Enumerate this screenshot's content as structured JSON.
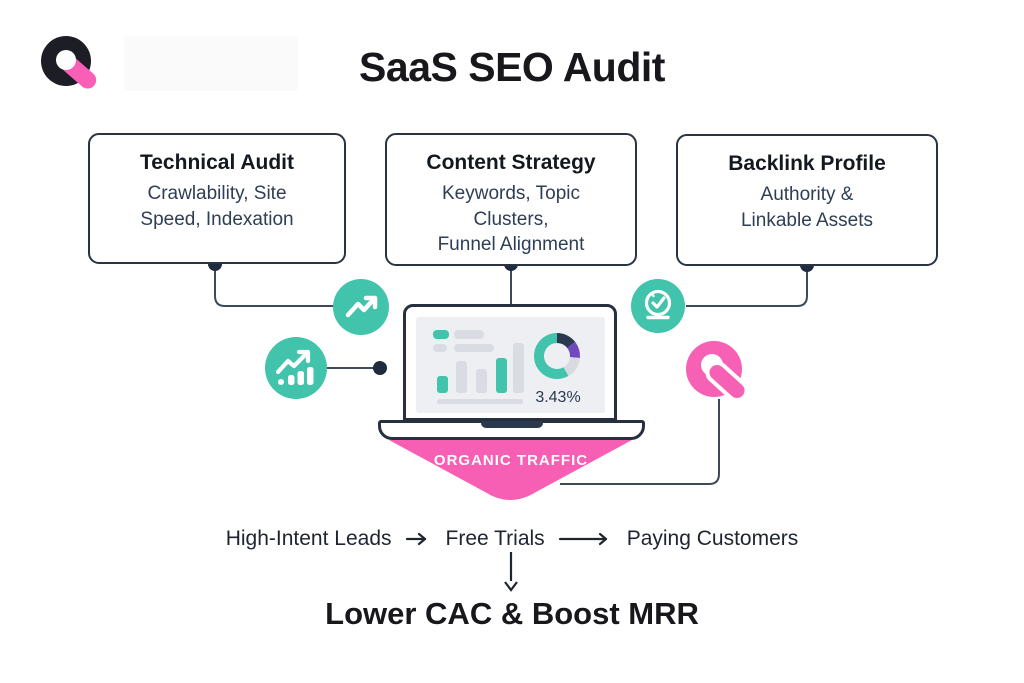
{
  "page": {
    "title": "SaaS SEO Audit"
  },
  "pillars": [
    {
      "title": "Technical Audit",
      "details": "Crawlability, Site\nSpeed, Indexation"
    },
    {
      "title": "Content Strategy",
      "details": "Keywords, Topic\nClusters,\nFunnel Alignment"
    },
    {
      "title": "Backlink Profile",
      "details": "Authority &\nLinkable Assets"
    }
  ],
  "icons": {
    "trend": "trend-up-icon",
    "growth": "growth-chart-icon",
    "gauge": "gauge-icon",
    "brand": "q-logo",
    "brand_pink": "q-logo-pink"
  },
  "dashboard": {
    "conversion_rate": "3.43%",
    "donut": {
      "type": "pie",
      "segments": [
        {
          "name": "teal",
          "pct": 58,
          "color": "#42c3ab"
        },
        {
          "name": "navy",
          "pct": 14,
          "color": "#2b3950"
        },
        {
          "name": "purple",
          "pct": 12,
          "color": "#6f49bd"
        },
        {
          "name": "gray",
          "pct": 16,
          "color": "#d8dae0"
        }
      ]
    }
  },
  "funnel": {
    "label": "ORGANIC TRAFFIC",
    "color": "#f65fb3"
  },
  "flow": {
    "steps": [
      "High-Intent Leads",
      "Free Trials",
      "Paying Customers"
    ]
  },
  "outcome": {
    "title": "Lower CAC & Boost MRR"
  },
  "colors": {
    "teal": "#42c3ab",
    "pink": "#f761b5",
    "navy": "#2b3950",
    "purple": "#6f49bd",
    "line": "#3e4a5a",
    "border": "#2a3342"
  }
}
